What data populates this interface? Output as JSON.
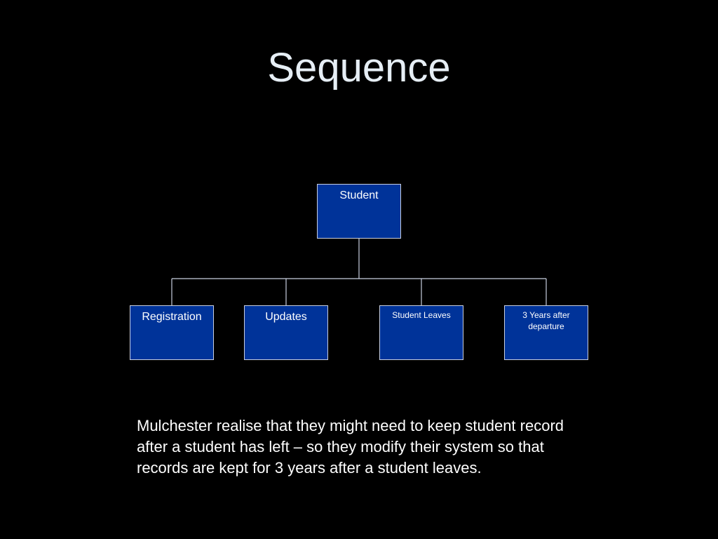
{
  "slide": {
    "title": "Sequence",
    "caption": "Mulchester realise that they might need to keep student record after a student has left – so they modify their system so that records are kept for 3 years after a student leaves."
  },
  "diagram": {
    "box_color": "#003399",
    "line_color": "#c8cfe0",
    "root": {
      "label": "Student"
    },
    "children": [
      {
        "label": "Registration"
      },
      {
        "label": "Updates"
      },
      {
        "label": "Student Leaves"
      },
      {
        "label": "3 Years after departure"
      }
    ]
  }
}
